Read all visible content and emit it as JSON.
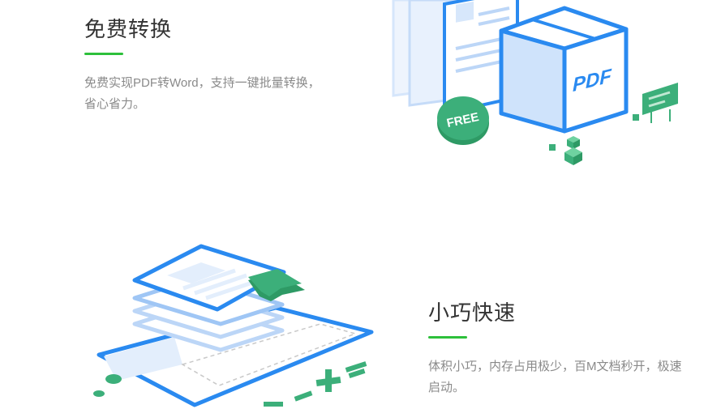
{
  "features": [
    {
      "title": "免费转换",
      "description": "免费实现PDF转Word，支持一键批量转换，省心省力。",
      "badge_text": "FREE",
      "box_text": "PDF"
    },
    {
      "title": "小巧快速",
      "description": "体积小巧，内存占用极少，百M文档秒开，极速启动。"
    }
  ],
  "colors": {
    "accent_green": "#2dc03b",
    "line_blue": "#2a8af0",
    "badge_green": "#3caf7a",
    "title": "#333333",
    "text": "#8a8a8a"
  }
}
